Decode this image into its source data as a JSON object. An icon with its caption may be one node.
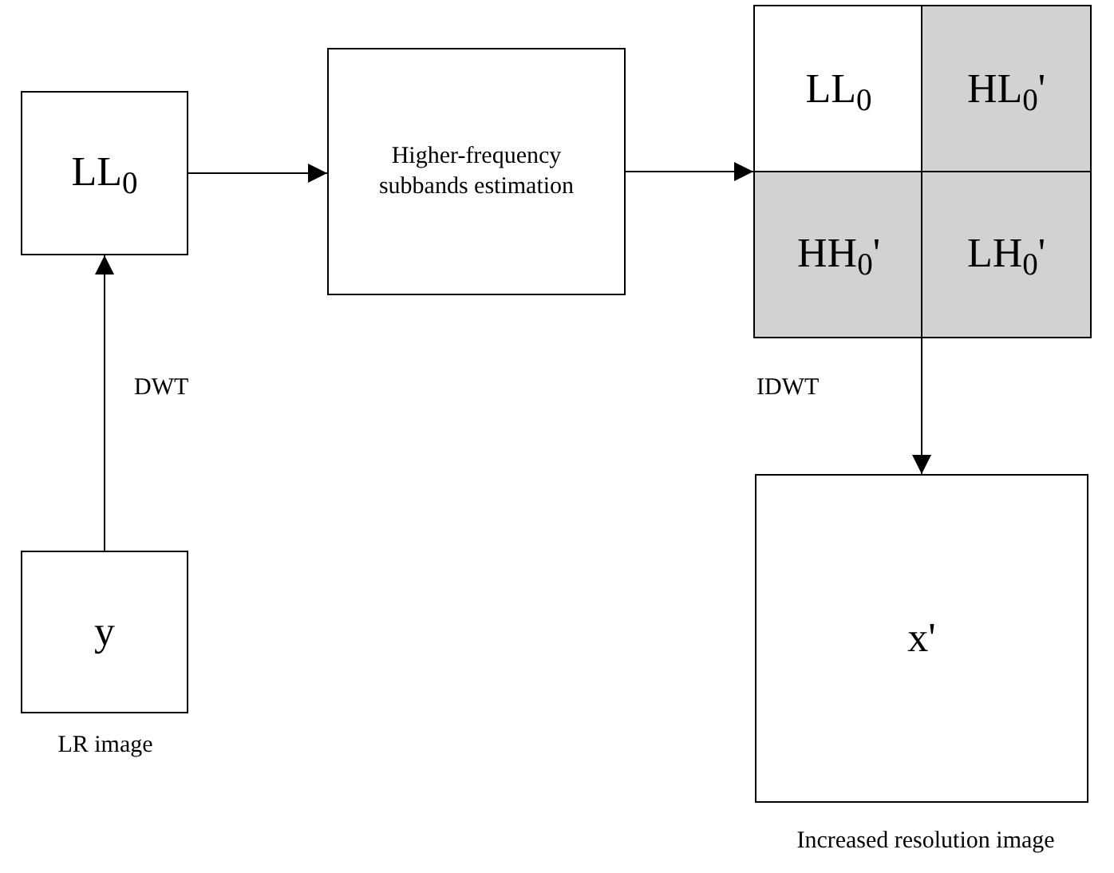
{
  "diagram": {
    "nodes": [
      {
        "text": [
          "LL$_{0}$"
        ]
      },
      {
        "text": [
          "Higher-frequency subbands estimation"
        ]
      },
      {
        "text": [],
        "shape": "box"
      },
      {
        "text": [
          "LL$_{0}$"
        ],
        "in": 2
      },
      {
        "text": [
          "HL$_{0}$'"
        ],
        "in": 2
      },
      {
        "text": [
          "HH$_{0}$'"
        ],
        "in": 2
      },
      {
        "text": [
          "LH$_{0}$'"
        ],
        "in": 2
      },
      {
        "text": [
          "x'"
        ],
        "beside": [
          "Increased resolution image"
        ]
      },
      {
        "text": [
          "y"
        ],
        "beside": [
          "LR image"
        ]
      }
    ],
    "edges": [
      {
        "from": 8,
        "to": 0,
        "arrow": "to",
        "label": "DWT"
      },
      {
        "from": 0,
        "to": 1,
        "arrow": "to"
      },
      {
        "from": 1,
        "to": 2,
        "arrow": "to"
      },
      {
        "from": 2,
        "to": 7,
        "arrow": "to",
        "label": "IDWT"
      }
    ]
  }
}
